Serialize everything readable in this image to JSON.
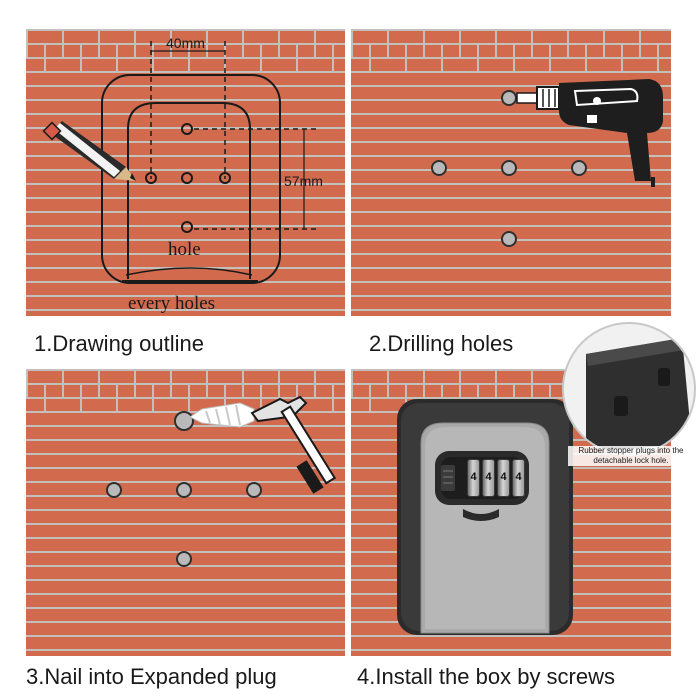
{
  "steps": [
    {
      "caption": "1.Drawing outline"
    },
    {
      "caption": "2.Drilling holes"
    },
    {
      "caption": "3.Nail into Expanded plug"
    },
    {
      "caption": "4.Install the box by screws"
    }
  ],
  "diagram": {
    "width_label": "40mm",
    "height_label": "57mm",
    "hole_label": "hole",
    "every_holes_label": "every holes"
  },
  "inset": {
    "note": "Rubber stopper plugs into the detachable lock hole."
  },
  "lockbox": {
    "dial_digits": [
      "4",
      "4",
      "4",
      "4"
    ]
  },
  "colors": {
    "brick": "#d26a4e",
    "mortar": "#c3c0bb",
    "hole_fill": "#b9b9b9",
    "box_body": "#2b2b2b",
    "box_front": "#a9a9a9"
  },
  "icons": [
    "pencil-icon",
    "drill-icon",
    "hammer-icon",
    "wall-plug-icon"
  ]
}
